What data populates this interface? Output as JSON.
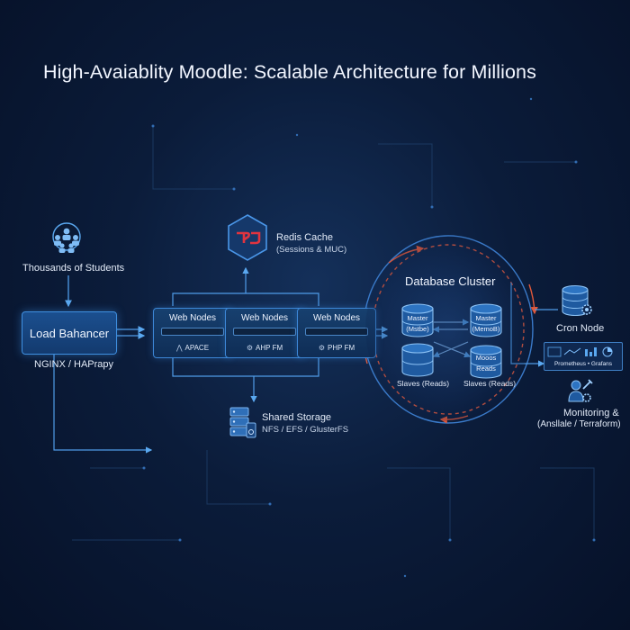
{
  "title": "High-Avaiablity Moodle: Scalable Architecture for Millions",
  "students": {
    "label": "Thousands of Students"
  },
  "load_balancer": {
    "label": "Load Bahancer",
    "sub": "NGINX / HAPrapy"
  },
  "redis": {
    "title": "Redis Cache",
    "sub": "(Sessions & MUC)"
  },
  "web_nodes": [
    {
      "title": "Web Nodes",
      "sub": "APACE"
    },
    {
      "title": "Web Nodes",
      "sub": "AHP FM"
    },
    {
      "title": "Web Nodes",
      "sub": "PHP FM"
    }
  ],
  "storage": {
    "title": "Shared Storage",
    "sub": "NFS / EFS / GlusterFS"
  },
  "database": {
    "title": "Database Cluster",
    "master_left": [
      "Master",
      "(Mstbe)"
    ],
    "master_right": [
      "Master",
      "(MemoB)"
    ],
    "slave_right": [
      "Mooos",
      "Reads"
    ],
    "slaves_left_label": "Slaves (Reads)",
    "slaves_right_label": "Slaves (Reads)"
  },
  "cron": {
    "label": "Cron Node"
  },
  "monitoring": {
    "panel": "Prometheus • Grafans",
    "title": "Monitoring &",
    "sub": "(Ansllale / Terraform)"
  },
  "colors": {
    "accent": "#3f8fe0",
    "redis_red": "#e0343f",
    "dashed_arc": "#e0583a"
  },
  "icons": [
    "users-icon",
    "redis-logo-icon",
    "storage-icon",
    "database-icon",
    "gear-icon",
    "dashboard-icon",
    "monitoring-tools-icon"
  ]
}
